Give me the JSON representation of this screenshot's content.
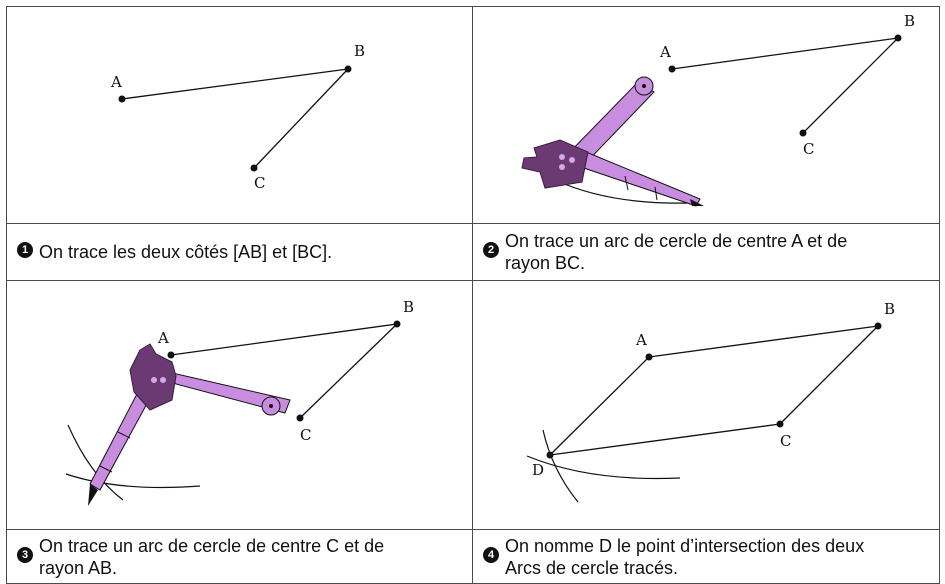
{
  "steps": [
    {
      "number": "1",
      "caption": "On trace les deux côtés [AB] et [BC]."
    },
    {
      "number": "2",
      "caption": "On trace un arc de cercle de centre A et de\nrayon BC."
    },
    {
      "number": "3",
      "caption": "On trace un arc de cercle de centre C et de\nrayon AB."
    },
    {
      "number": "4",
      "caption": "On nomme D le point d’intersection des deux\nArcs de cercle tracés."
    }
  ],
  "points": {
    "A": "A",
    "B": "B",
    "C": "C",
    "D": "D"
  },
  "icons": [
    "compass-icon"
  ]
}
